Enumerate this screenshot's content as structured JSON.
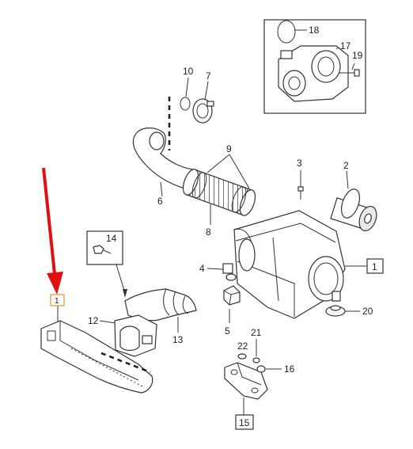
{
  "callouts": {
    "c1": "1",
    "c1_highlight": "1",
    "c2": "2",
    "c3": "3",
    "c4": "4",
    "c5": "5",
    "c6": "6",
    "c7": "7",
    "c8": "8",
    "c9": "9",
    "c10": "10",
    "c12": "12",
    "c13": "13",
    "c14": "14",
    "c15": "15",
    "c16": "16",
    "c17": "17",
    "c18": "18",
    "c19": "19",
    "c20": "20",
    "c21": "21",
    "c22": "22"
  },
  "colors": {
    "arrow": "#e01010",
    "highlight_box": "#f0a040",
    "line": "#333333"
  }
}
